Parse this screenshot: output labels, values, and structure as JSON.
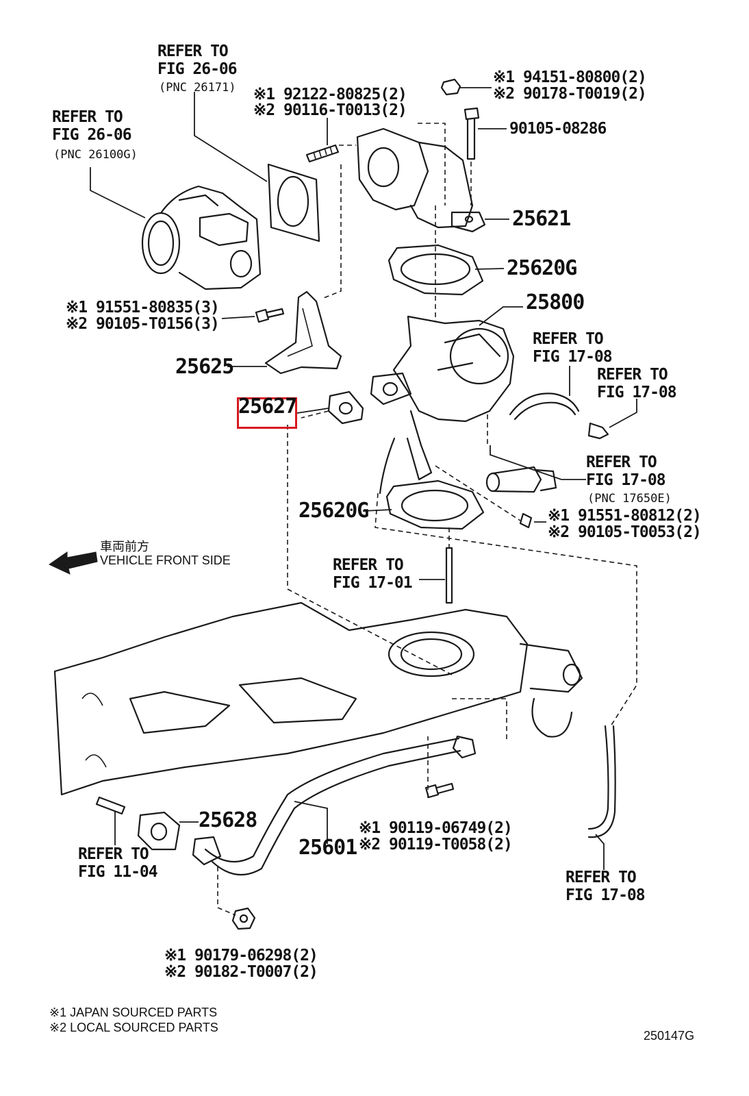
{
  "labels": {
    "refer_2606_a": {
      "line1": "REFER TO",
      "line2": "FIG 26-06",
      "line3": "(PNC 26171)"
    },
    "refer_2606_b": {
      "line1": "REFER TO",
      "line2": "FIG 26-06",
      "line3": "(PNC 26100G)"
    },
    "stud_top": {
      "line1": "※1 92122-80825(2)",
      "line2": "※2 90116-T0013(2)"
    },
    "nut_top": {
      "line1": "※1 94151-80800(2)",
      "line2": "※2 90178-T0019(2)"
    },
    "bolt_top": "90105-08286",
    "p25621": "25621",
    "p25620g_top": "25620G",
    "p25800": "25800",
    "bolt_left": {
      "line1": "※1 91551-80835(3)",
      "line2": "※2 90105-T0156(3)"
    },
    "p25625": "25625",
    "p25627": "25627",
    "refer_1708_a": {
      "line1": "REFER TO",
      "line2": "FIG 17-08"
    },
    "refer_1708_b": {
      "line1": "REFER TO",
      "line2": "FIG 17-08"
    },
    "refer_1708_c": {
      "line1": "REFER TO",
      "line2": "FIG 17-08",
      "line3": "(PNC 17650E)"
    },
    "p25620g_bottom": "25620G",
    "bolt_right": {
      "line1": "※1 91551-80812(2)",
      "line2": "※2 90105-T0053(2)"
    },
    "vehicle_front": {
      "line1": "車両前方",
      "line2": "VEHICLE FRONT SIDE"
    },
    "refer_1701": {
      "line1": "REFER TO",
      "line2": "FIG 17-01"
    },
    "p25628": "25628",
    "refer_1104": {
      "line1": "REFER TO",
      "line2": "FIG 11-04"
    },
    "p25601": "25601",
    "bolt_pipe": {
      "line1": "※1 90119-06749(2)",
      "line2": "※2 90119-T0058(2)"
    },
    "refer_1708_d": {
      "line1": "REFER TO",
      "line2": "FIG 17-08"
    },
    "nut_bottom": {
      "line1": "※1 90179-06298(2)",
      "line2": "※2 90182-T0007(2)"
    }
  },
  "footnotes": {
    "note1": "※1 JAPAN SOURCED PARTS",
    "note2": "※2 LOCAL SOURCED PARTS"
  },
  "figure_code": "250147G",
  "colors": {
    "highlight": "#d71920",
    "ink": "#1a1a1a"
  }
}
